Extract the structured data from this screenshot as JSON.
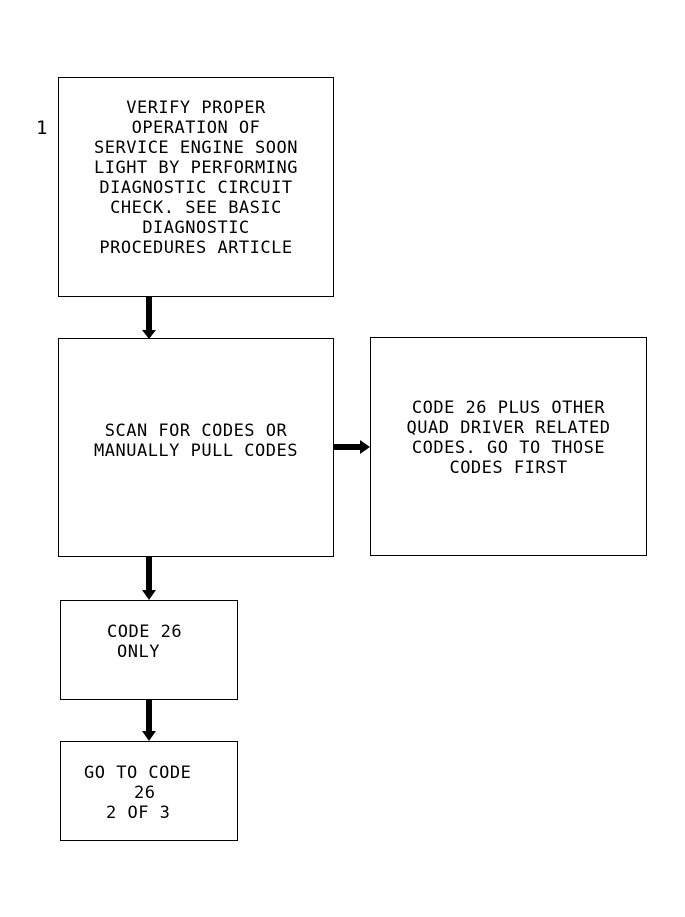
{
  "step_number": "1",
  "boxes": {
    "verify": {
      "lines": [
        "VERIFY PROPER",
        "OPERATION OF",
        "SERVICE ENGINE SOON",
        "LIGHT BY PERFORMING",
        "DIAGNOSTIC CIRCUIT",
        "CHECK. SEE BASIC",
        "DIAGNOSTIC",
        "PROCEDURES ARTICLE"
      ]
    },
    "scan": {
      "lines": [
        "SCAN FOR CODES OR",
        "MANUALLY PULL CODES"
      ]
    },
    "code26_plus": {
      "lines": [
        "CODE 26 PLUS OTHER",
        "QUAD DRIVER RELATED",
        "CODES. GO TO THOSE",
        "CODES FIRST"
      ]
    },
    "code26_only": {
      "lines": [
        "CODE 26",
        "ONLY"
      ]
    },
    "goto_code26": {
      "lines": [
        "GO TO CODE",
        "26",
        "2 OF 3"
      ]
    }
  }
}
